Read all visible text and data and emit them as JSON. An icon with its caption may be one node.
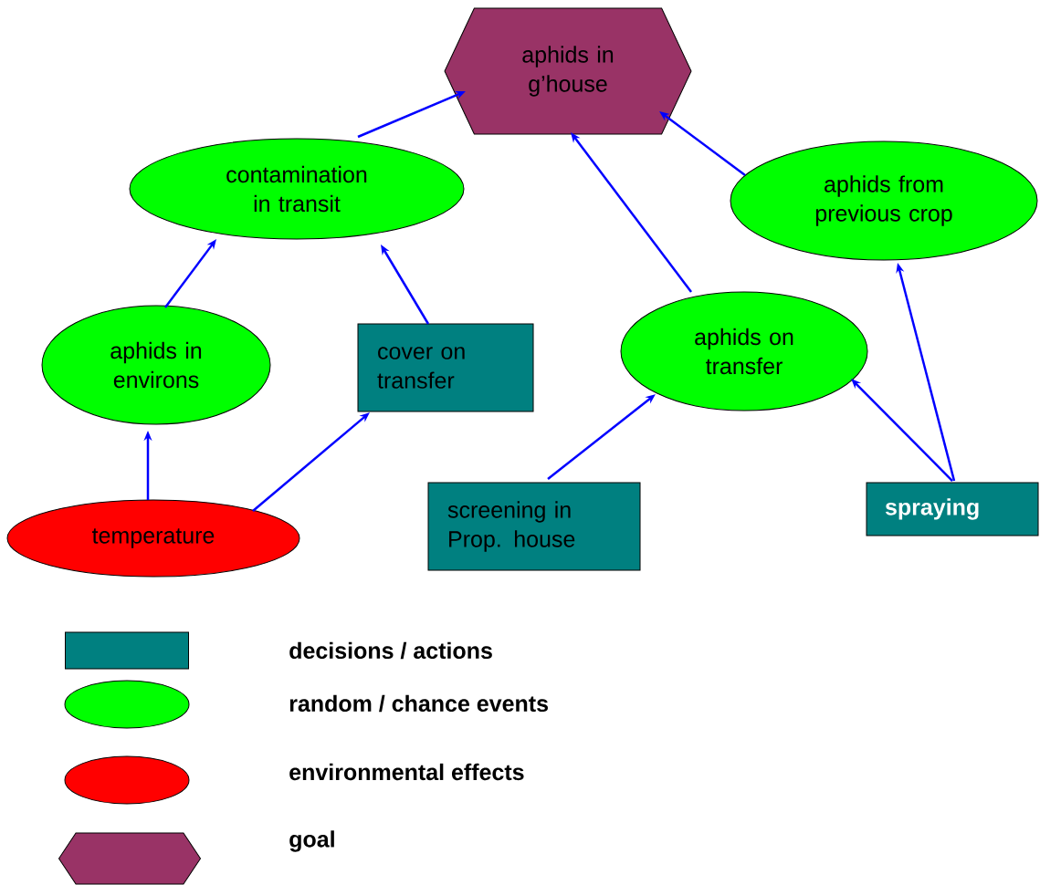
{
  "diagram": {
    "nodes": [
      {
        "text": [
          "aphids in g’house"
        ]
      },
      {
        "text": [
          "contamination in transit"
        ]
      },
      {
        "text": [
          "aphids from previous crop"
        ]
      },
      {
        "text": [
          "aphids in environs"
        ]
      },
      {
        "text": [
          "cover on transfer"
        ]
      },
      {
        "text": [
          "aphids on transfer"
        ]
      },
      {
        "text": [
          "temperature"
        ]
      },
      {
        "text": [
          "screening in Prop. house"
        ]
      },
      {
        "text": [
          "spraying"
        ]
      }
    ],
    "edges": [
      {
        "from": 1,
        "to": 0,
        "arrow": "to"
      },
      {
        "from": 2,
        "to": 0,
        "arrow": "to"
      },
      {
        "from": 5,
        "to": 0,
        "arrow": "to"
      },
      {
        "from": 3,
        "to": 1,
        "arrow": "to"
      },
      {
        "from": 4,
        "to": 1,
        "arrow": "to"
      },
      {
        "from": 6,
        "to": 3,
        "arrow": "to"
      },
      {
        "from": 6,
        "to": 4,
        "arrow": "to"
      },
      {
        "from": 7,
        "to": 5,
        "arrow": "to"
      },
      {
        "from": 8,
        "to": 5,
        "arrow": "to"
      },
      {
        "from": 8,
        "to": 2,
        "arrow": "to"
      }
    ],
    "legend": [
      {
        "text": "decisions / actions",
        "color": "#008080"
      },
      {
        "text": "random / chance events",
        "color": "#00ff00"
      },
      {
        "text": "environmental effects",
        "color": "#ff0000"
      },
      {
        "text": "goal",
        "color": "#993366"
      }
    ]
  }
}
